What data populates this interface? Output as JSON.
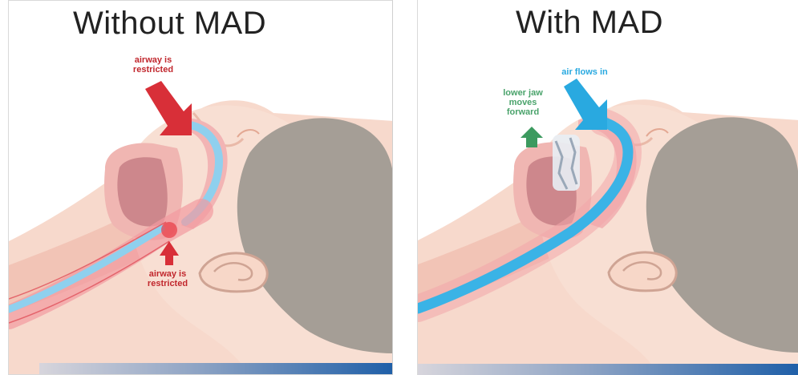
{
  "panels": {
    "without": {
      "title": "Without MAD",
      "label_top": "airway is restricted",
      "label_bottom": "airway is restricted"
    },
    "with": {
      "title": "With MAD",
      "label_air": "air flows in",
      "label_jaw": "lower jaw moves forward"
    }
  },
  "colors": {
    "restricted": "#c1272d",
    "airflow": "#29a9e0",
    "jaw": "#4aa36b",
    "skin": "#f5d5c8",
    "hair": "#a59e96",
    "bar_end": "#1f5fa8"
  }
}
